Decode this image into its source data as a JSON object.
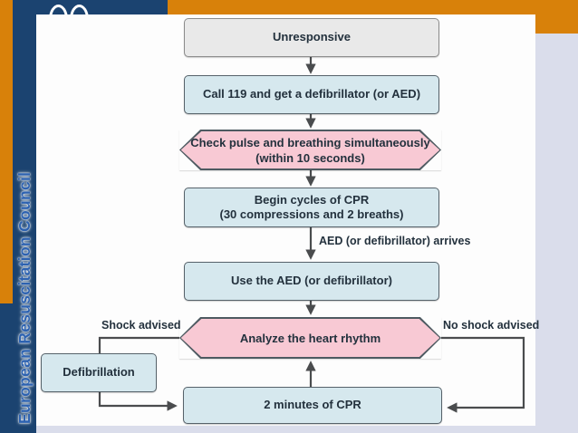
{
  "slide": {
    "brand_vertical_text": "European Resuscitation Council",
    "colors": {
      "accent_orange": "#D8810A",
      "frame_navy": "#1B4370",
      "brand_text_blue": "#2D62B0",
      "side_panel_lavender": "#DADDEB",
      "box_blue_fill": "#D6E8EE",
      "box_pink_fill": "#F8C9D4",
      "box_gray_fill": "#E9E9E9",
      "connector_gray": "#4A4C4E"
    }
  },
  "flowchart": {
    "nodes": {
      "unresponsive": {
        "label": "Unresponsive"
      },
      "call_119": {
        "label": "Call 119 and get a defibrillator (or AED)"
      },
      "check_pulse": {
        "line1": "Check pulse and breathing simultaneously",
        "line2": "(within 10 seconds)"
      },
      "begin_cpr": {
        "line1": "Begin cycles of CPR",
        "line2": "(30 compressions and 2 breaths)"
      },
      "use_aed": {
        "label": "Use the AED (or defibrillator)"
      },
      "analyze_rhythm": {
        "label": "Analyze the heart rhythm"
      },
      "defibrillation": {
        "label": "Defibrillation"
      },
      "two_min_cpr": {
        "label": "2 minutes of CPR"
      }
    },
    "edge_labels": {
      "aed_arrives": "AED (or defibrillator) arrives",
      "shock_advised": "Shock advised",
      "no_shock_advised": "No shock advised"
    }
  }
}
